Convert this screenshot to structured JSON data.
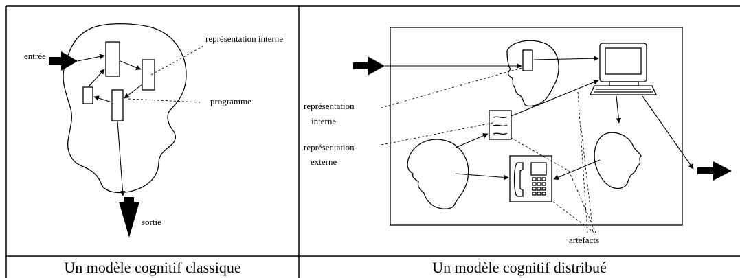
{
  "figures": {
    "classic": {
      "caption": "Un modèle cognitif classique",
      "labels": {
        "input": "entrée",
        "internal_representation": "représentation interne",
        "program": "programme",
        "output": "sortie"
      }
    },
    "distributed": {
      "caption": "Un modèle cognitif distribué",
      "labels": {
        "internal_representation_line1": "représentation",
        "internal_representation_line2": "interne",
        "external_representation_line1": "représentation",
        "external_representation_line2": "externe",
        "artifacts": "artefacts"
      }
    }
  }
}
